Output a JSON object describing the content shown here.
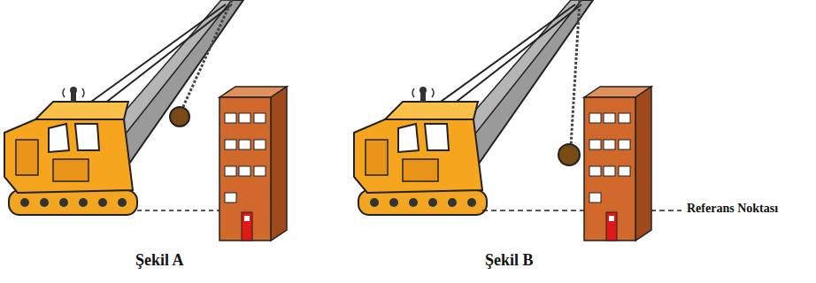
{
  "diagram": {
    "labels": [
      "Şekil A",
      "Şekil B",
      "Referans Noktası"
    ]
  }
}
